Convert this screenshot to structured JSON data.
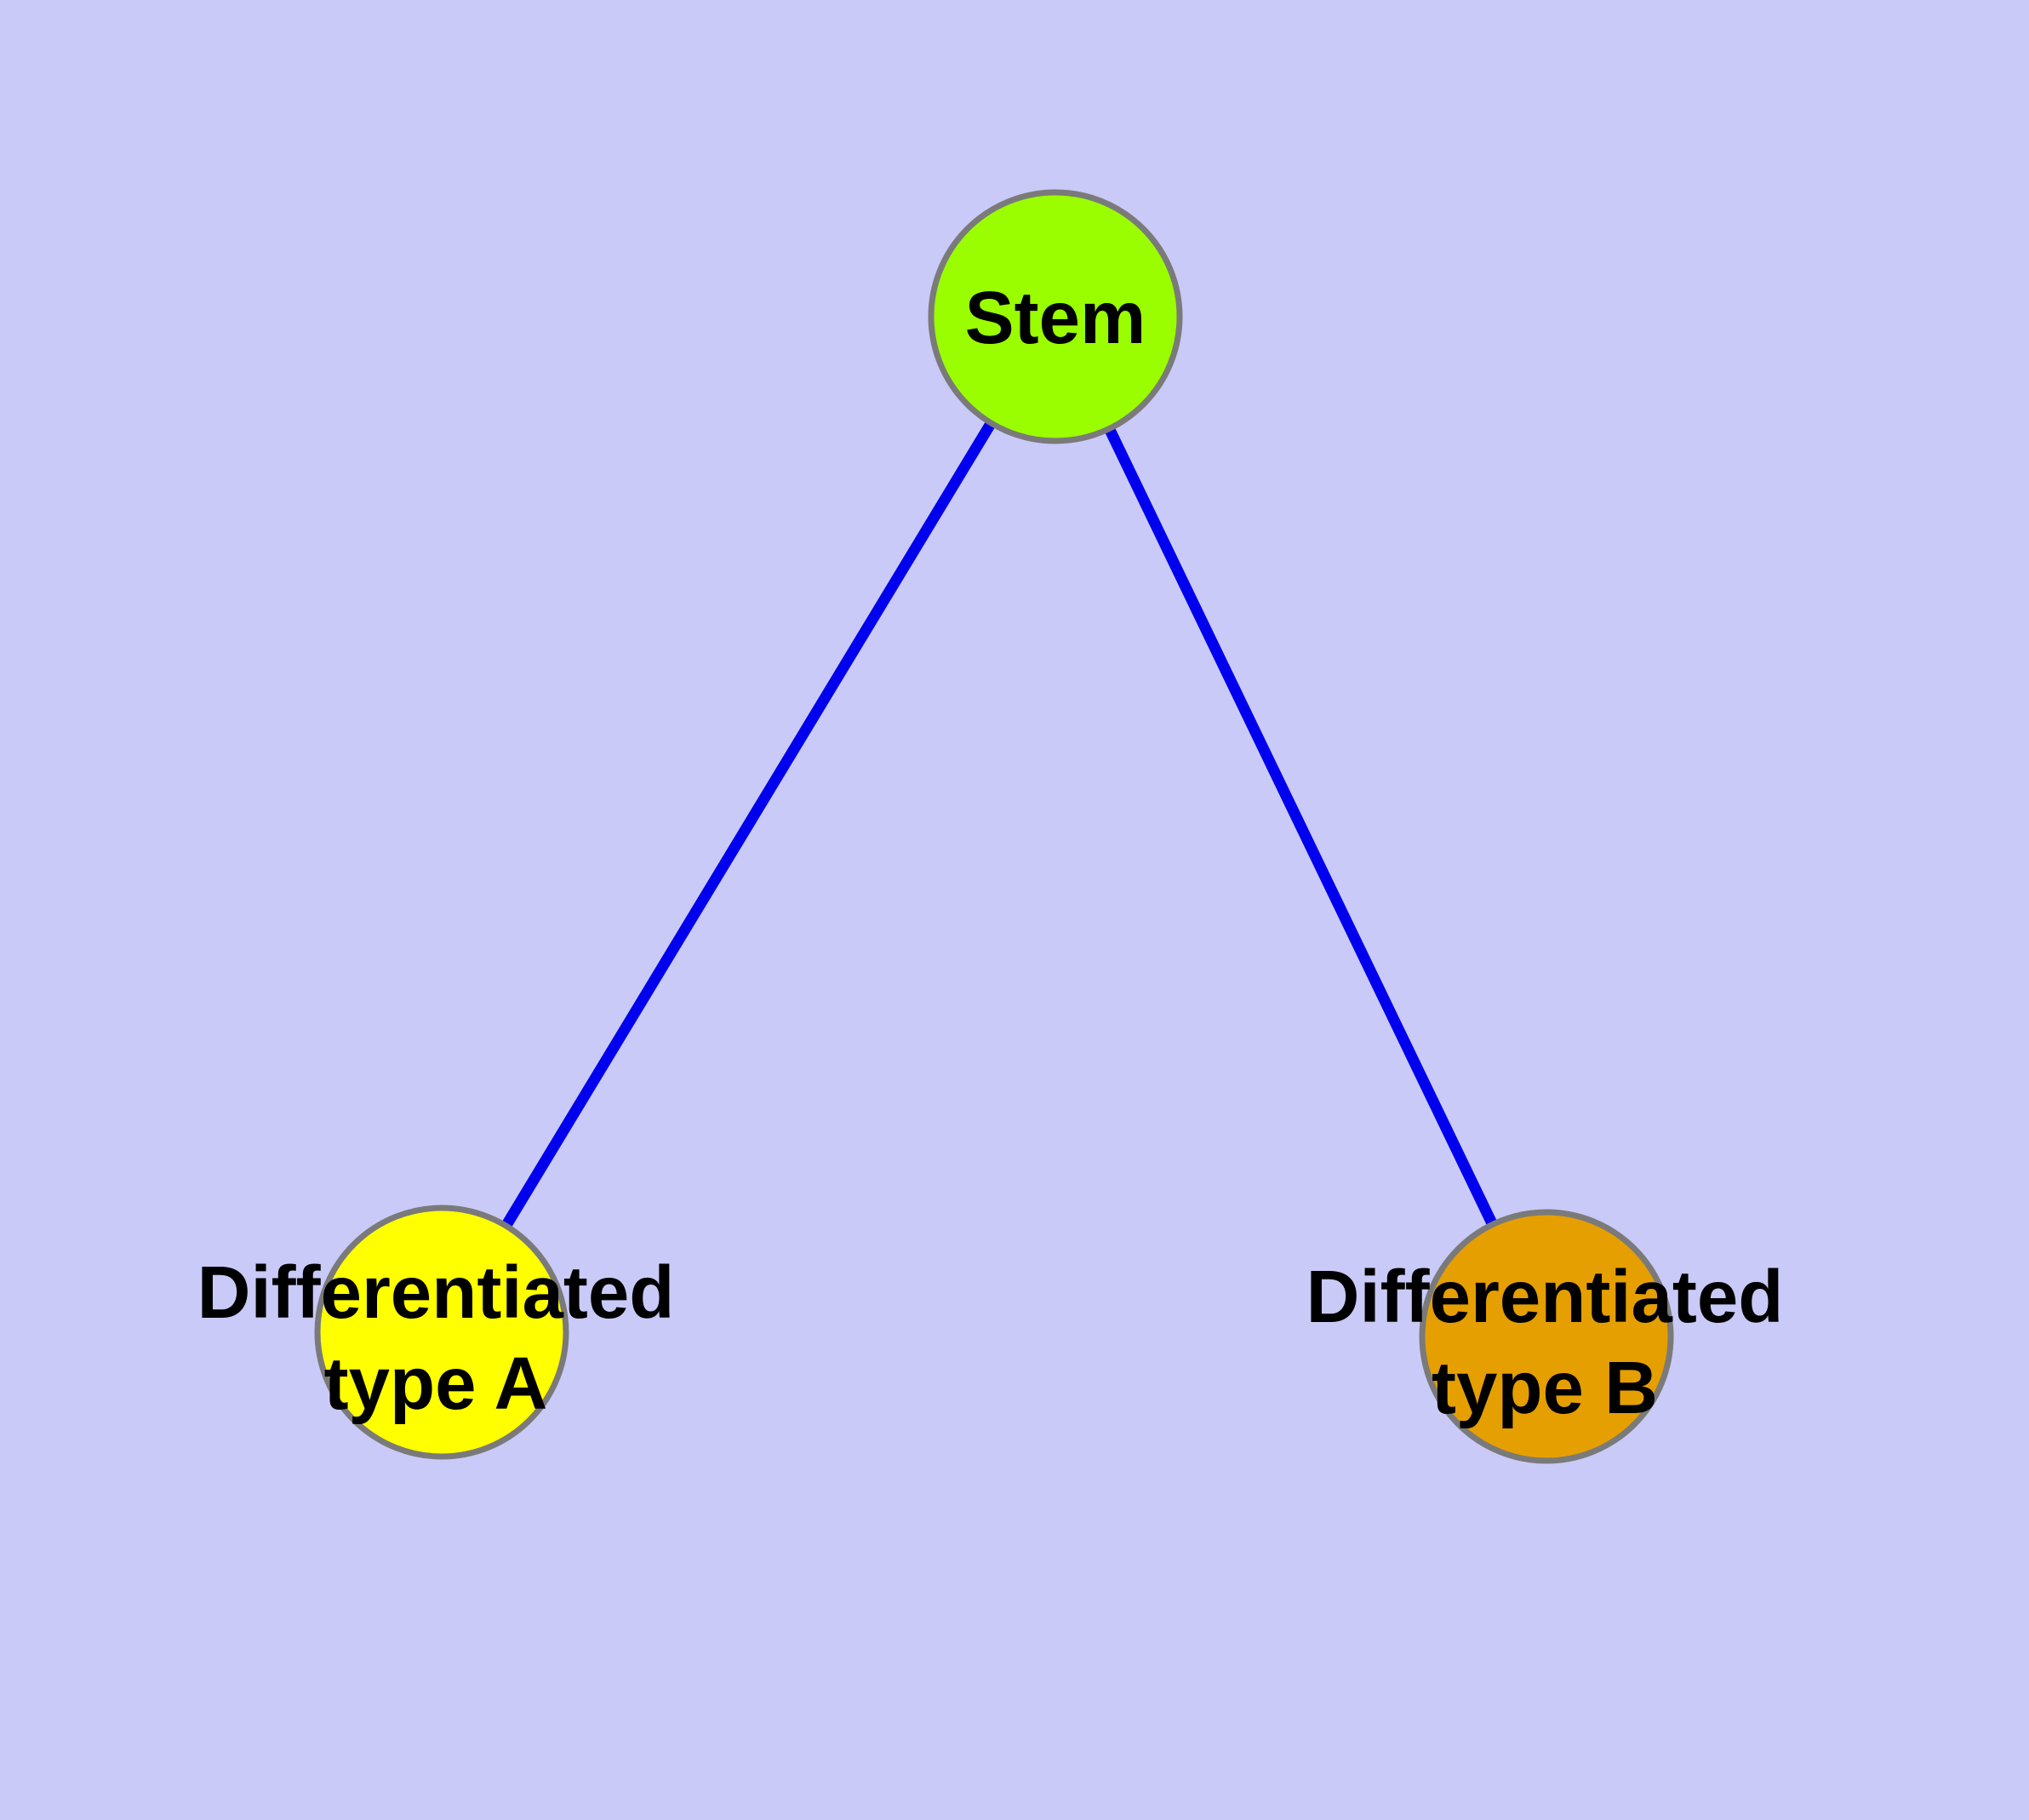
{
  "diagram": {
    "type": "node-link-graph",
    "background_color": "#CACAF8",
    "edge_color": "#0000EE",
    "node_border_color": "#7A7A7A",
    "label_color": "#000000",
    "nodes": [
      {
        "id": "stem",
        "label": "Stem",
        "color": "#9AFE00"
      },
      {
        "id": "differentiated-type-a",
        "label": "Differentiated type A",
        "label_line1": "Differentiated",
        "label_line2": "type A",
        "color": "#FFFF00"
      },
      {
        "id": "differentiated-type-b",
        "label": "Differentiated type B",
        "label_line1": "Differentiated",
        "label_line2": "type B",
        "color": "#E69F00"
      }
    ],
    "edges": [
      {
        "from": "Stem",
        "to": "Differentiated type A"
      },
      {
        "from": "Stem",
        "to": "Differentiated type B"
      }
    ]
  }
}
